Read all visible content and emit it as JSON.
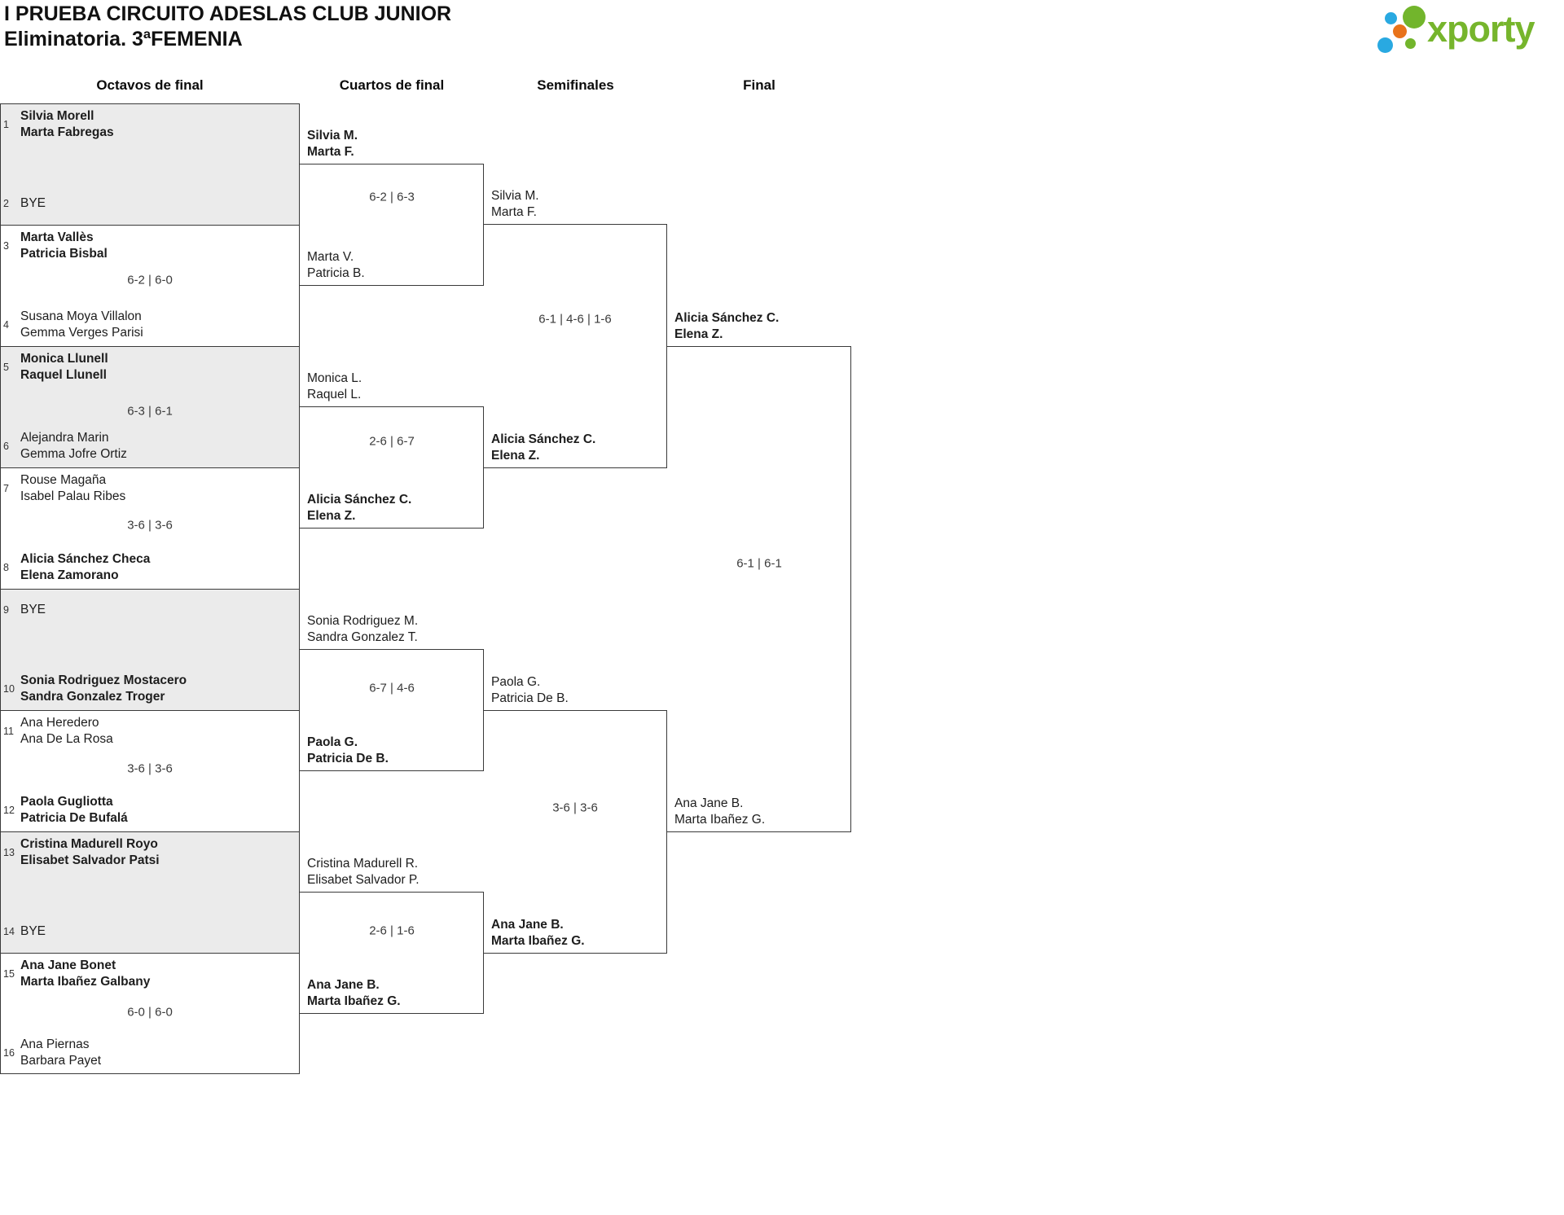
{
  "page": {
    "title_line1": "I PRUEBA CIRCUITO ADESLAS CLUB JUNIOR",
    "title_line2": "Eliminatoria. 3ªFEMENIA"
  },
  "logo": {
    "text": "xporty",
    "colors": {
      "green": "#76b52c",
      "blue": "#29a9e1",
      "orange": "#e8731a"
    }
  },
  "rounds": {
    "octavos": "Octavos de final",
    "cuartos": "Cuartos de final",
    "semifinales": "Semifinales",
    "final": "Final"
  },
  "octavos": {
    "t1": {
      "seed": "1",
      "line1": "Silvia Morell",
      "line2": "Marta Fabregas"
    },
    "t2": {
      "seed": "2",
      "line1": "BYE",
      "line2": ""
    },
    "t3": {
      "seed": "3",
      "line1": "Marta Vallès",
      "line2": "Patricia Bisbal"
    },
    "t4": {
      "seed": "4",
      "line1": "Susana Moya Villalon",
      "line2": "Gemma Verges Parisi"
    },
    "t5": {
      "seed": "5",
      "line1": "Monica Llunell",
      "line2": "Raquel Llunell"
    },
    "t6": {
      "seed": "6",
      "line1": "Alejandra Marin",
      "line2": "Gemma Jofre Ortiz"
    },
    "t7": {
      "seed": "7",
      "line1": "Rouse Magaña",
      "line2": "Isabel Palau Ribes"
    },
    "t8": {
      "seed": "8",
      "line1": "Alicia Sánchez Checa",
      "line2": "Elena Zamorano"
    },
    "t9": {
      "seed": "9",
      "line1": "BYE",
      "line2": ""
    },
    "t10": {
      "seed": "10",
      "line1": "Sonia Rodriguez Mostacero",
      "line2": "Sandra Gonzalez Troger"
    },
    "t11": {
      "seed": "11",
      "line1": "Ana Heredero",
      "line2": "Ana De La Rosa"
    },
    "t12": {
      "seed": "12",
      "line1": "Paola Gugliotta",
      "line2": "Patricia De Bufalá"
    },
    "t13": {
      "seed": "13",
      "line1": "Cristina Madurell Royo",
      "line2": "Elisabet Salvador Patsi"
    },
    "t14": {
      "seed": "14",
      "line1": "BYE",
      "line2": ""
    },
    "t15": {
      "seed": "15",
      "line1": "Ana Jane Bonet",
      "line2": "Marta Ibañez Galbany"
    },
    "t16": {
      "seed": "16",
      "line1": "Ana Piernas",
      "line2": "Barbara Payet"
    },
    "score_m2": "6-2 | 6-0",
    "score_m3": "6-3 | 6-1",
    "score_m4": "3-6 | 3-6",
    "score_m6": "3-6 | 3-6",
    "score_m8": "6-0 | 6-0"
  },
  "cuartos": {
    "m1": {
      "top1": "Silvia M.",
      "top2": "Marta F.",
      "bottom1": "Marta V.",
      "bottom2": "Patricia B.",
      "score": "6-2 | 6-3"
    },
    "m2": {
      "top1": "Monica L.",
      "top2": "Raquel L.",
      "bottom1": "Alicia Sánchez C.",
      "bottom2": "Elena Z.",
      "score": "2-6 | 6-7"
    },
    "m3": {
      "top1": "Sonia Rodriguez M.",
      "top2": "Sandra Gonzalez T.",
      "bottom1": "Paola G.",
      "bottom2": "Patricia De B.",
      "score": "6-7 | 4-6"
    },
    "m4": {
      "top1": "Cristina Madurell R.",
      "top2": "Elisabet Salvador P.",
      "bottom1": "Ana Jane B.",
      "bottom2": "Marta Ibañez G.",
      "score": "2-6 | 1-6"
    }
  },
  "semifinales": {
    "m1": {
      "top1": "Silvia M.",
      "top2": "Marta F.",
      "bottom1": "Alicia Sánchez C.",
      "bottom2": "Elena Z.",
      "score": "6-1 | 4-6 | 1-6"
    },
    "m2": {
      "top1": "Paola G.",
      "top2": "Patricia De B.",
      "bottom1": "Ana Jane B.",
      "bottom2": "Marta Ibañez G.",
      "score": "3-6 | 3-6"
    }
  },
  "final": {
    "m1": {
      "top1": "Alicia Sánchez C.",
      "top2": "Elena Z.",
      "bottom1": "Ana Jane B.",
      "bottom2": "Marta Ibañez G.",
      "score": "6-1 | 6-1"
    }
  }
}
